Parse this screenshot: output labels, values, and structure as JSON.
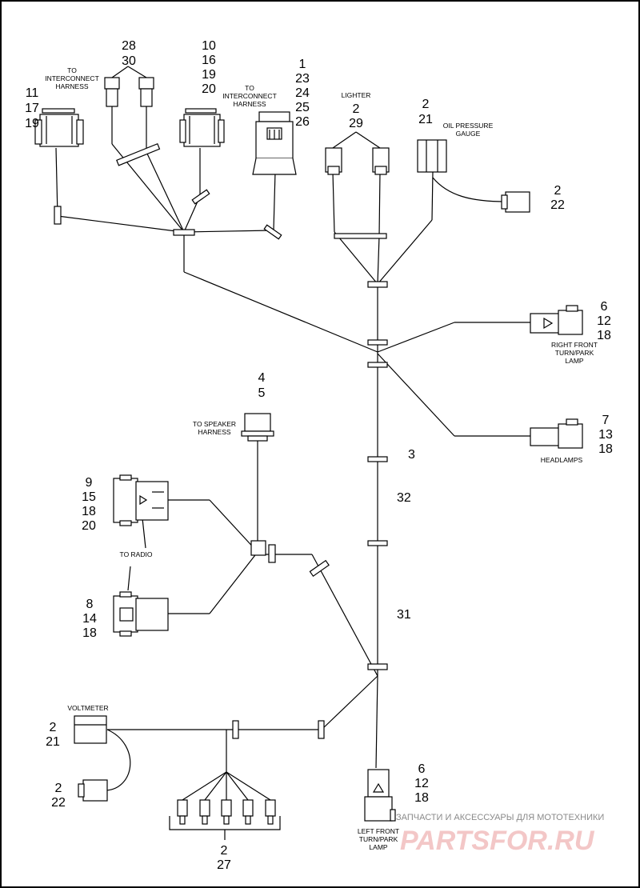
{
  "diagram": {
    "callouts": {
      "conn_upper_left": [
        "11",
        "17",
        "19"
      ],
      "conn_28_30": [
        "28",
        "30"
      ],
      "conn_10_20": [
        "10",
        "16",
        "19",
        "20"
      ],
      "conn_1_26": [
        "1",
        "23",
        "24",
        "25",
        "26"
      ],
      "lighter": [
        "2",
        "29"
      ],
      "oil_gauge": [
        "2",
        "21"
      ],
      "oil_gauge_plug": [
        "2",
        "22"
      ],
      "right_front_lamp": [
        "6",
        "12",
        "18"
      ],
      "headlamps": [
        "7",
        "13",
        "18"
      ],
      "speaker": [
        "4",
        "5"
      ],
      "clip_3": [
        "3"
      ],
      "harness_32": [
        "32"
      ],
      "harness_31": [
        "31"
      ],
      "radio_upper": [
        "9",
        "15",
        "18",
        "20"
      ],
      "radio_lower": [
        "8",
        "14",
        "18"
      ],
      "voltmeter": [
        "2",
        "21"
      ],
      "voltmeter_plug": [
        "2",
        "22"
      ],
      "terminals": [
        "2",
        "27"
      ],
      "left_front_lamp": [
        "6",
        "12",
        "18"
      ]
    },
    "labels": {
      "to_interconnect_left": [
        "TO",
        "INTERCONNECT",
        "HARNESS"
      ],
      "to_interconnect_right": [
        "TO",
        "INTERCONNECT",
        "HARNESS"
      ],
      "lighter": [
        "LIGHTER"
      ],
      "oil_pressure": [
        "OIL PRESSURE",
        "GAUGE"
      ],
      "right_front": [
        "RIGHT FRONT",
        "TURN/PARK",
        "LAMP"
      ],
      "headlamps": [
        "HEADLAMPS"
      ],
      "to_speaker": [
        "TO SPEAKER",
        "HARNESS"
      ],
      "to_radio": [
        "TO RADIO"
      ],
      "voltmeter": [
        "VOLTMETER"
      ],
      "left_front": [
        "LEFT FRONT",
        "TURN/PARK",
        "LAMP"
      ]
    }
  },
  "watermark": {
    "caption": "ЗАПЧАСТИ И АКСЕССУАРЫ ДЛЯ МОТОТЕХНИКИ",
    "logo": "PARTSFOR.RU"
  }
}
